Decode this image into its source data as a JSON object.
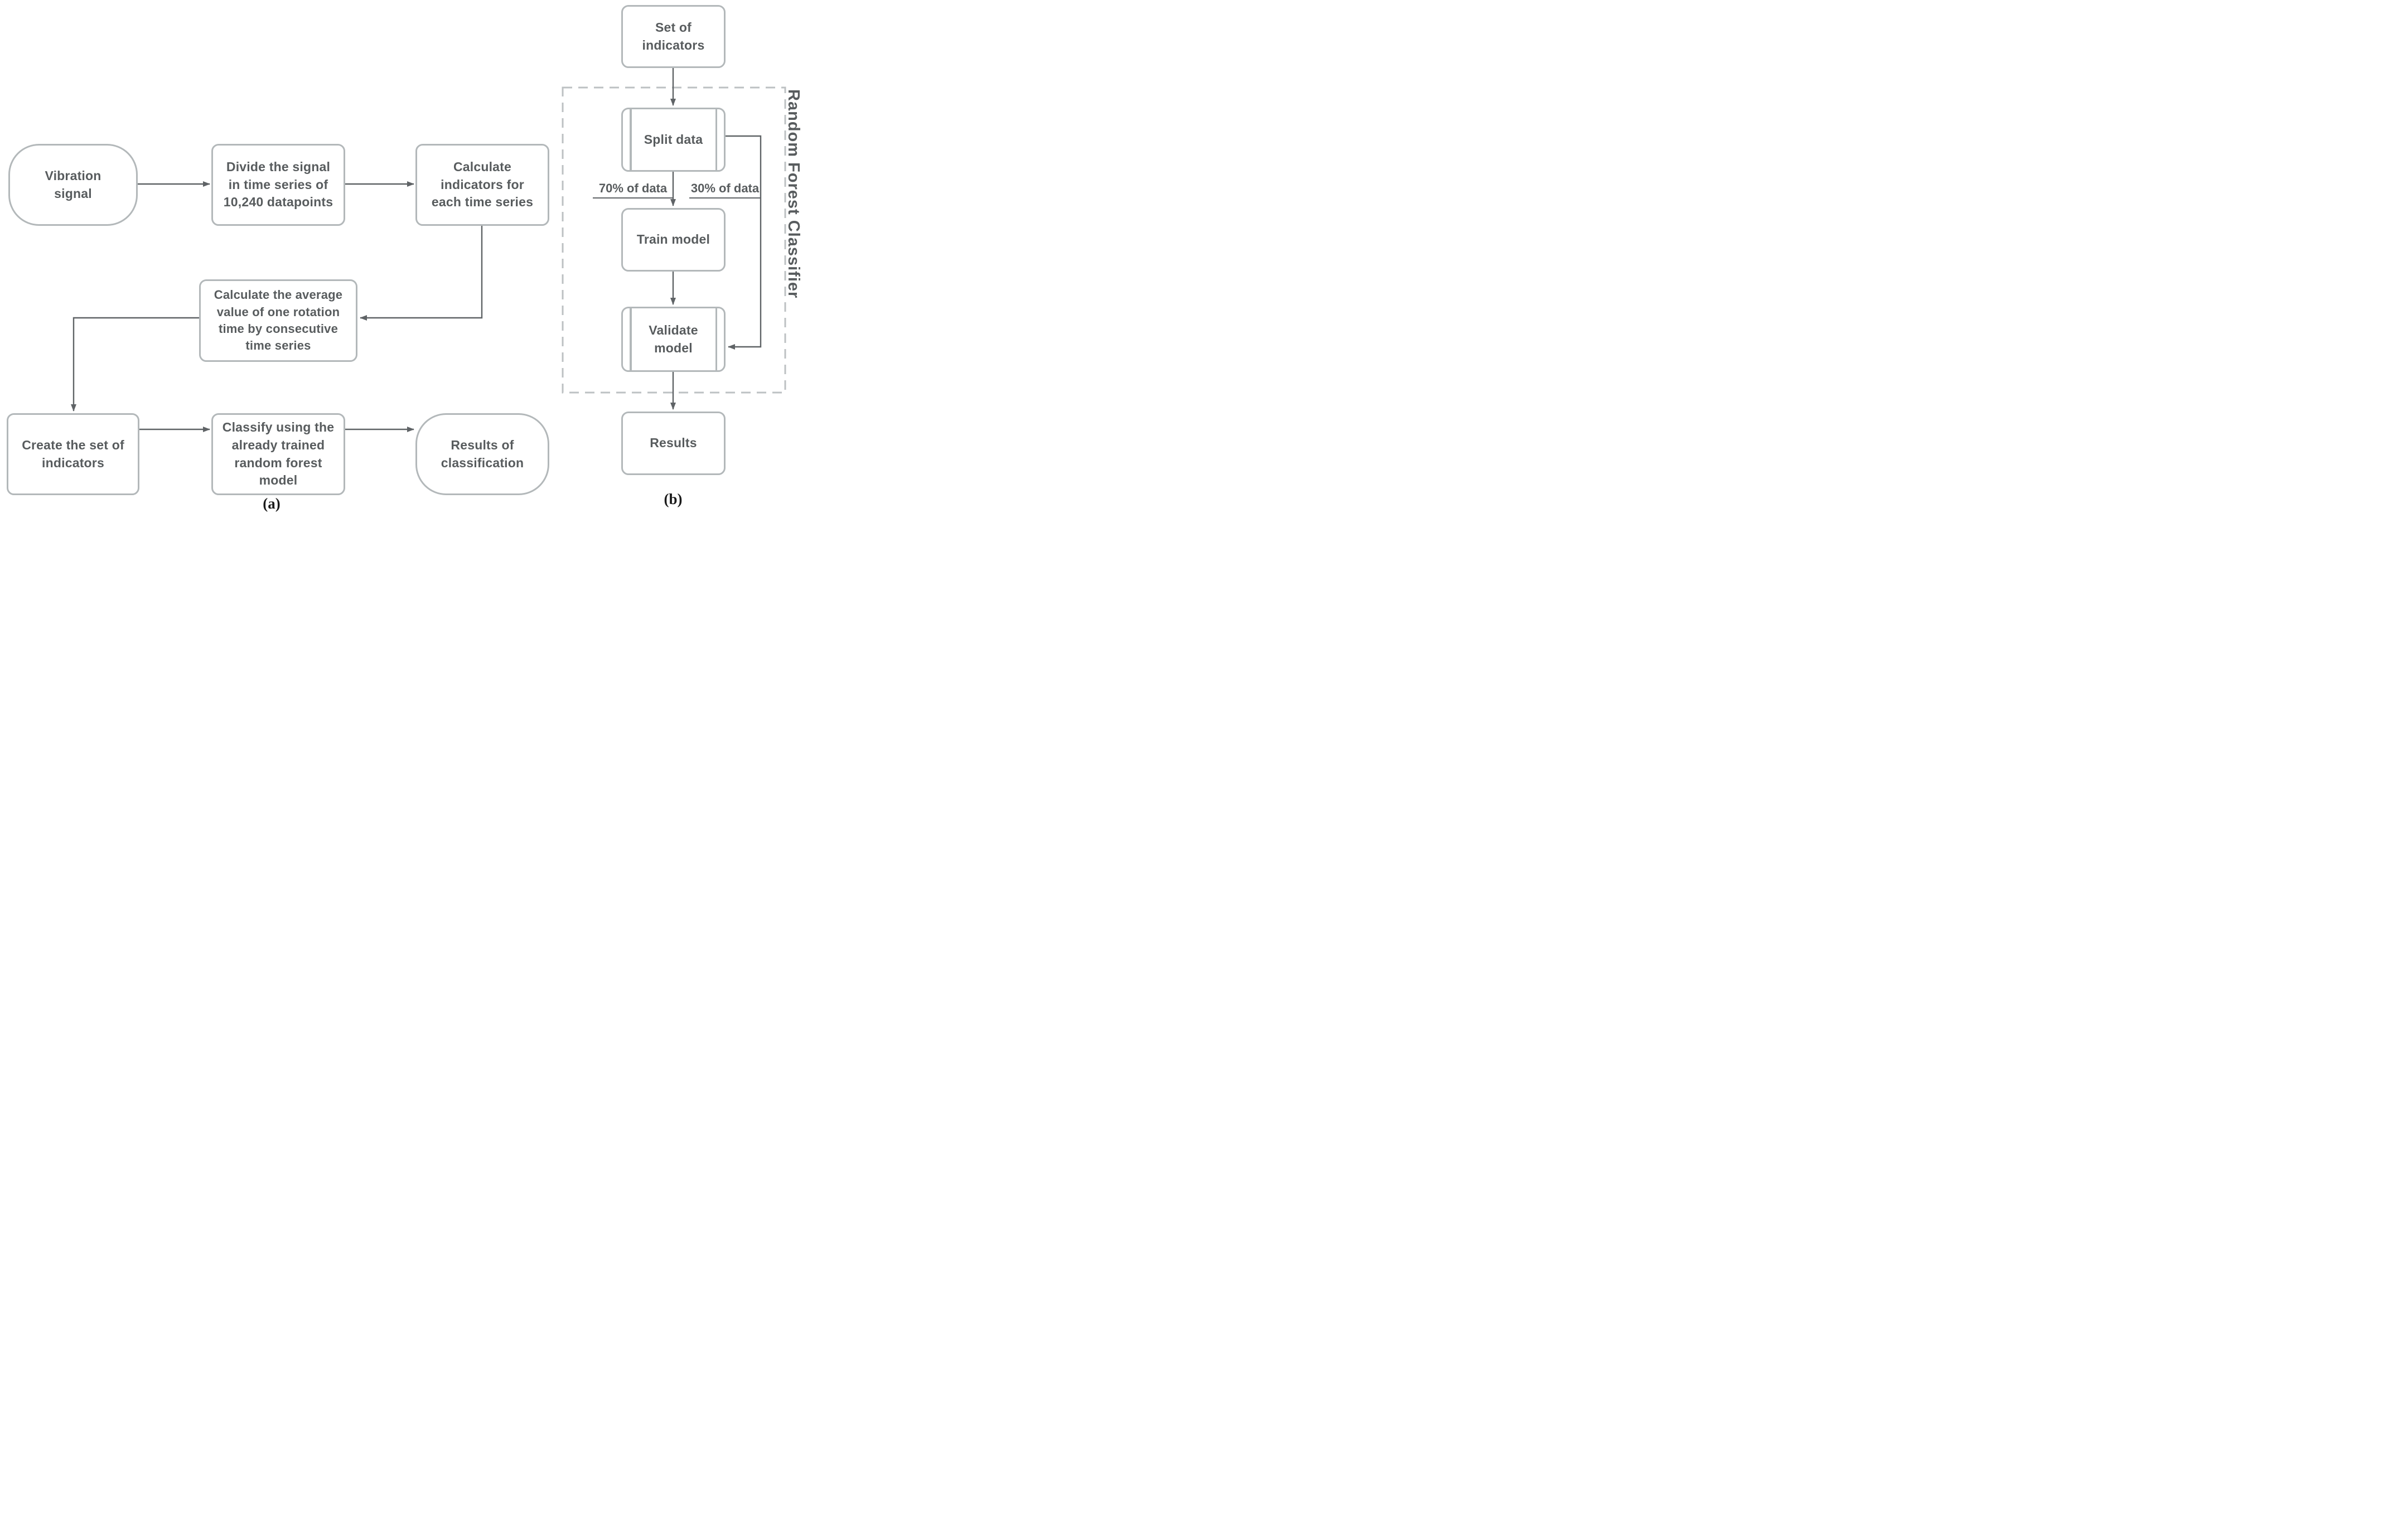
{
  "figure": {
    "colors": {
      "box_border": "#b3b8ba",
      "dashed_border": "#bdc1c3",
      "text": "#585c5e",
      "line": "#5f6366",
      "caption": "#1b1b1b",
      "background": "#ffffff"
    },
    "panel_a": {
      "caption": "(a)",
      "nodes": [
        {
          "id": "vibration_signal",
          "shape": "terminator",
          "label": "Vibration\nsignal"
        },
        {
          "id": "divide_signal",
          "shape": "process",
          "label": "Divide the signal\nin time series of\n10,240 datapoints"
        },
        {
          "id": "calculate_indicators",
          "shape": "process",
          "label": "Calculate\nindicators for\neach time series"
        },
        {
          "id": "calculate_average",
          "shape": "process",
          "label": "Calculate the average\nvalue of one rotation\ntime by consecutive\ntime series"
        },
        {
          "id": "create_set",
          "shape": "process",
          "label": "Create the set of\nindicators"
        },
        {
          "id": "classify",
          "shape": "process",
          "label": "Classify using the\nalready trained\nrandom forest\nmodel"
        },
        {
          "id": "results_of_classification",
          "shape": "terminator",
          "label": "Results of\nclassification"
        }
      ]
    },
    "panel_b": {
      "caption": "(b)",
      "container_label": "Random Forest Classifier",
      "edge_labels": {
        "train_split": "70% of data",
        "test_split": "30% of data"
      },
      "nodes": [
        {
          "id": "set_of_indicators",
          "shape": "process",
          "label": "Set of\nindicators"
        },
        {
          "id": "split_data",
          "shape": "subroutine",
          "label": "Split data"
        },
        {
          "id": "train_model",
          "shape": "process",
          "label": "Train model"
        },
        {
          "id": "validate_model",
          "shape": "subroutine",
          "label": "Validate\nmodel"
        },
        {
          "id": "results",
          "shape": "process",
          "label": "Results"
        }
      ]
    }
  }
}
